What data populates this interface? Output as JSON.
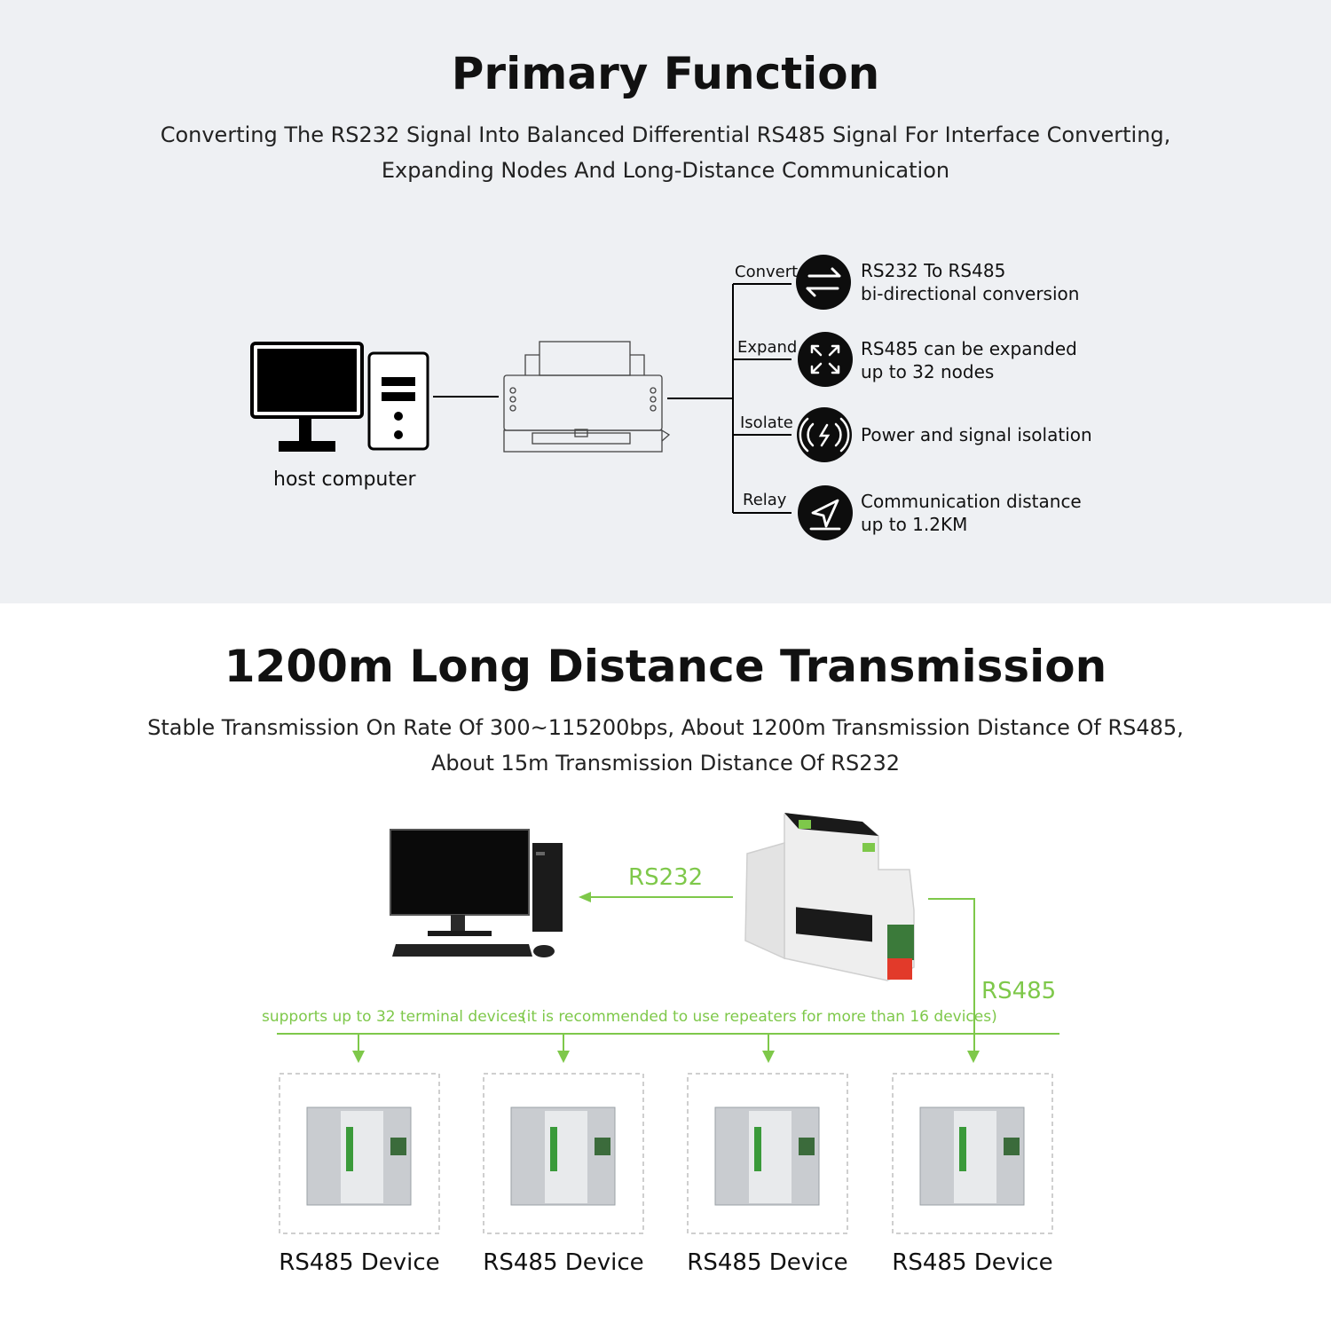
{
  "section1": {
    "title": "Primary Function",
    "subtitle_line1": "Converting The RS232 Signal Into Balanced Differential RS485 Signal For Interface Converting,",
    "subtitle_line2": "Expanding Nodes And Long-Distance Communication",
    "host_label": "host computer",
    "functions": [
      {
        "category": "Convert",
        "icon": "swap-arrows-icon",
        "line1": "RS232 To RS485",
        "line2": "bi-directional conversion"
      },
      {
        "category": "Expand",
        "icon": "expand-arrows-icon",
        "line1": "RS485 can be expanded",
        "line2": "up to 32 nodes"
      },
      {
        "category": "Isolate",
        "icon": "isolation-signal-icon",
        "line1": "Power and signal isolation",
        "line2": ""
      },
      {
        "category": "Relay",
        "icon": "send-arrow-icon",
        "line1": "Communication distance",
        "line2": "up to 1.2KM"
      }
    ]
  },
  "section2": {
    "title": "1200m Long Distance Transmission",
    "subtitle_line1": "Stable Transmission On Rate Of 300~115200bps, About 1200m Transmission Distance Of RS485,",
    "subtitle_line2": "About 15m Transmission Distance Of RS232",
    "rs232_label": "RS232",
    "rs485_label": "RS485",
    "bus_note1": "supports up to 32 terminal devices",
    "bus_note2": "(it is recommended to use repeaters for more than 16 devices)",
    "device_label": "RS485 Device",
    "devices": [
      "RS485 Device",
      "RS485 Device",
      "RS485 Device",
      "RS485 Device"
    ]
  },
  "colors": {
    "accent_green": "#7ec84a",
    "icon_dark": "#0d0d0d",
    "panel_bg": "#eef0f3"
  }
}
